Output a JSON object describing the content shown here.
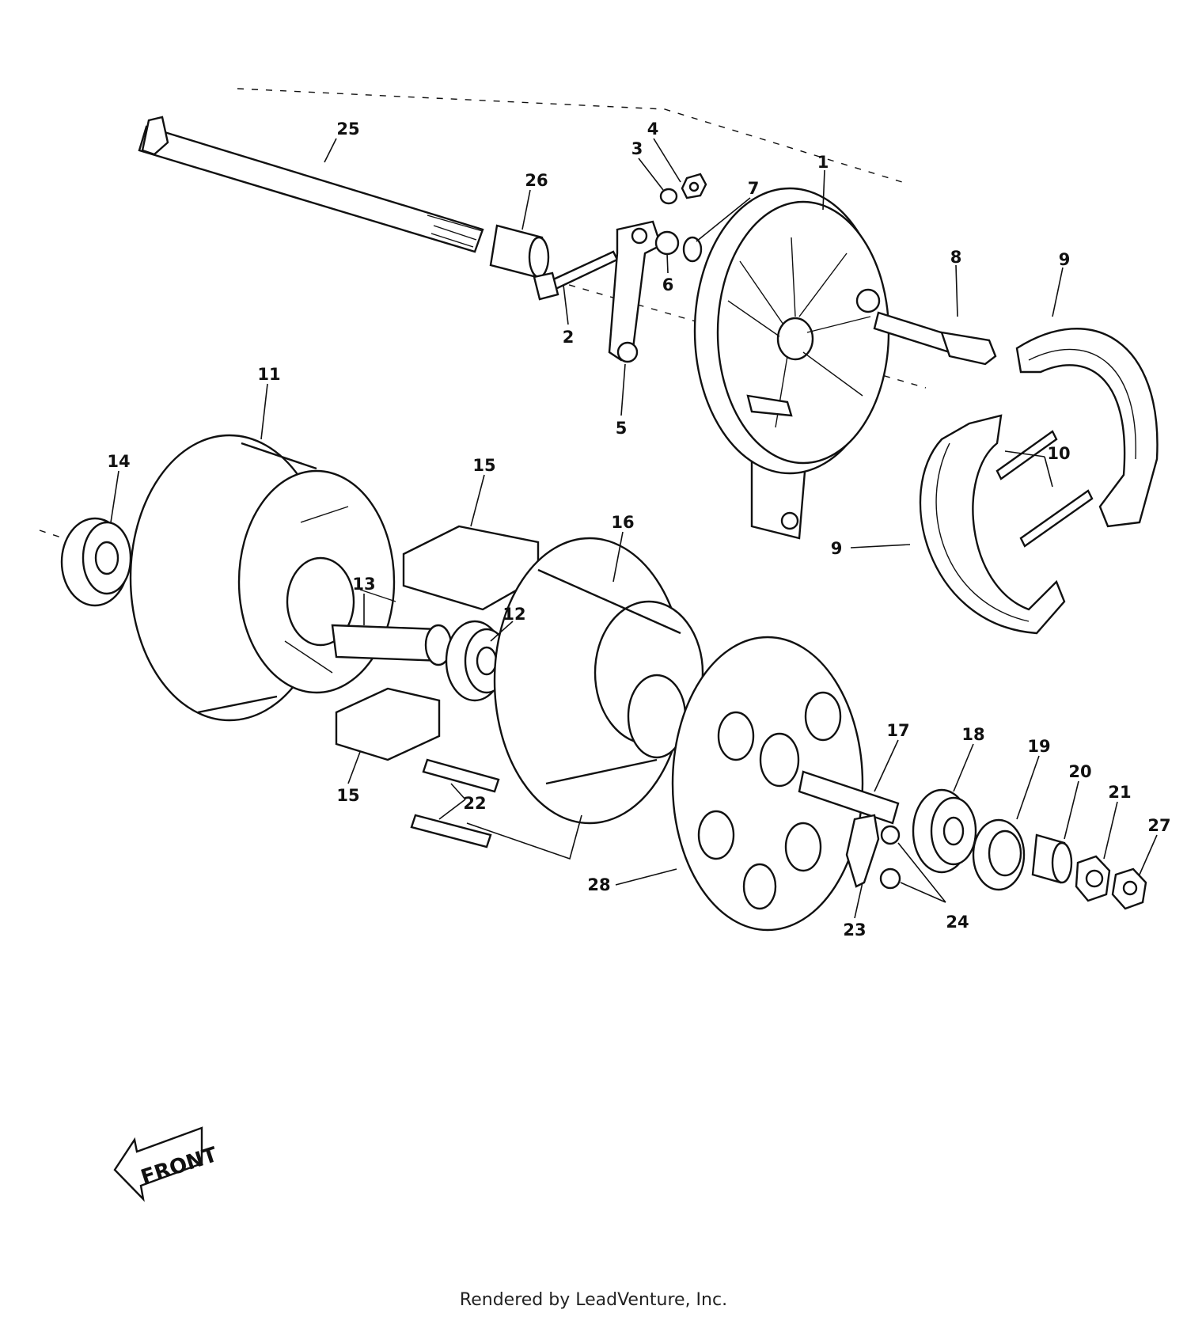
{
  "labels": {
    "p1": "1",
    "p2": "2",
    "p3": "3",
    "p4": "4",
    "p5": "5",
    "p6": "6",
    "p7": "7",
    "p8": "8",
    "p9a": "9",
    "p9b": "9",
    "p10": "10",
    "p11": "11",
    "p12": "12",
    "p13": "13",
    "p14": "14",
    "p15a": "15",
    "p15b": "15",
    "p16": "16",
    "p17": "17",
    "p18": "18",
    "p19": "19",
    "p20": "20",
    "p21": "21",
    "p22": "22",
    "p23": "23",
    "p24": "24",
    "p25": "25",
    "p26": "26",
    "p27": "27",
    "p28": "28"
  },
  "front_arrow": "FRONT",
  "credit": "Rendered by LeadVenture, Inc."
}
